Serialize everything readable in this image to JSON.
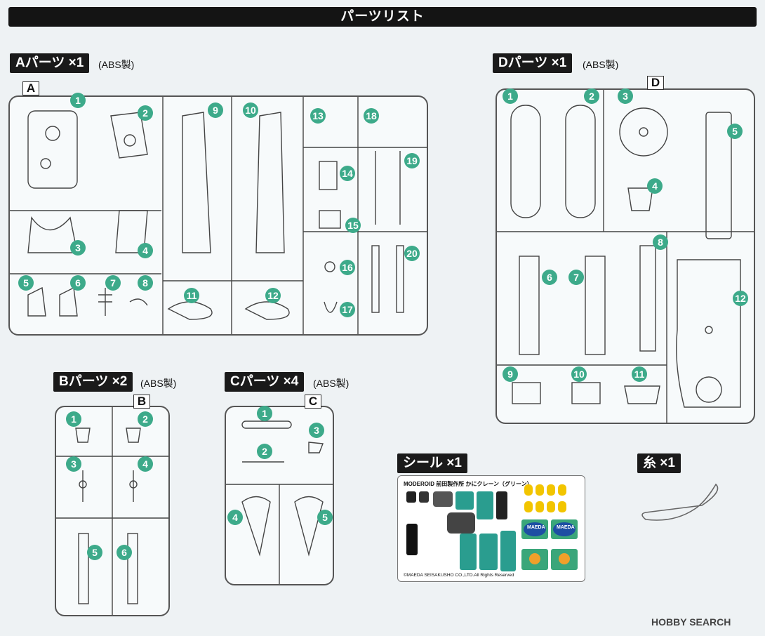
{
  "header": {
    "title": "パーツリスト"
  },
  "sections": {
    "a": {
      "label": "Aパーツ ×1",
      "material": "(ABS製)",
      "letter": "A"
    },
    "b": {
      "label": "Bパーツ ×2",
      "material": "(ABS製)",
      "letter": "B"
    },
    "c": {
      "label": "Cパーツ ×4",
      "material": "(ABS製)",
      "letter": "C"
    },
    "d": {
      "label": "Dパーツ ×1",
      "material": "(ABS製)",
      "letter": "D"
    },
    "seal": {
      "label": "シール ×1"
    },
    "thread": {
      "label": "糸 ×1"
    }
  },
  "part_numbers": {
    "a": [
      "1",
      "2",
      "3",
      "4",
      "5",
      "6",
      "7",
      "8",
      "9",
      "10",
      "11",
      "12",
      "13",
      "14",
      "15",
      "16",
      "17",
      "18",
      "19",
      "20"
    ],
    "b": [
      "1",
      "2",
      "3",
      "4",
      "5",
      "6"
    ],
    "c": [
      "1",
      "2",
      "3",
      "4",
      "5"
    ],
    "d": [
      "1",
      "2",
      "3",
      "4",
      "5",
      "6",
      "7",
      "8",
      "9",
      "10",
      "11",
      "12"
    ]
  },
  "sticker": {
    "header": "MODEROID 前田製作所 かにクレーン（グリーン）",
    "copyright": "©MAEDA SEISAKUSHO CO.,LTD.All Rights Reserved",
    "badge_text": "MAEDA"
  },
  "watermark": {
    "text": "HOBBY SEARCH"
  },
  "colors": {
    "accent": "#3daa8a",
    "tag_bg": "#1a1a1a"
  }
}
